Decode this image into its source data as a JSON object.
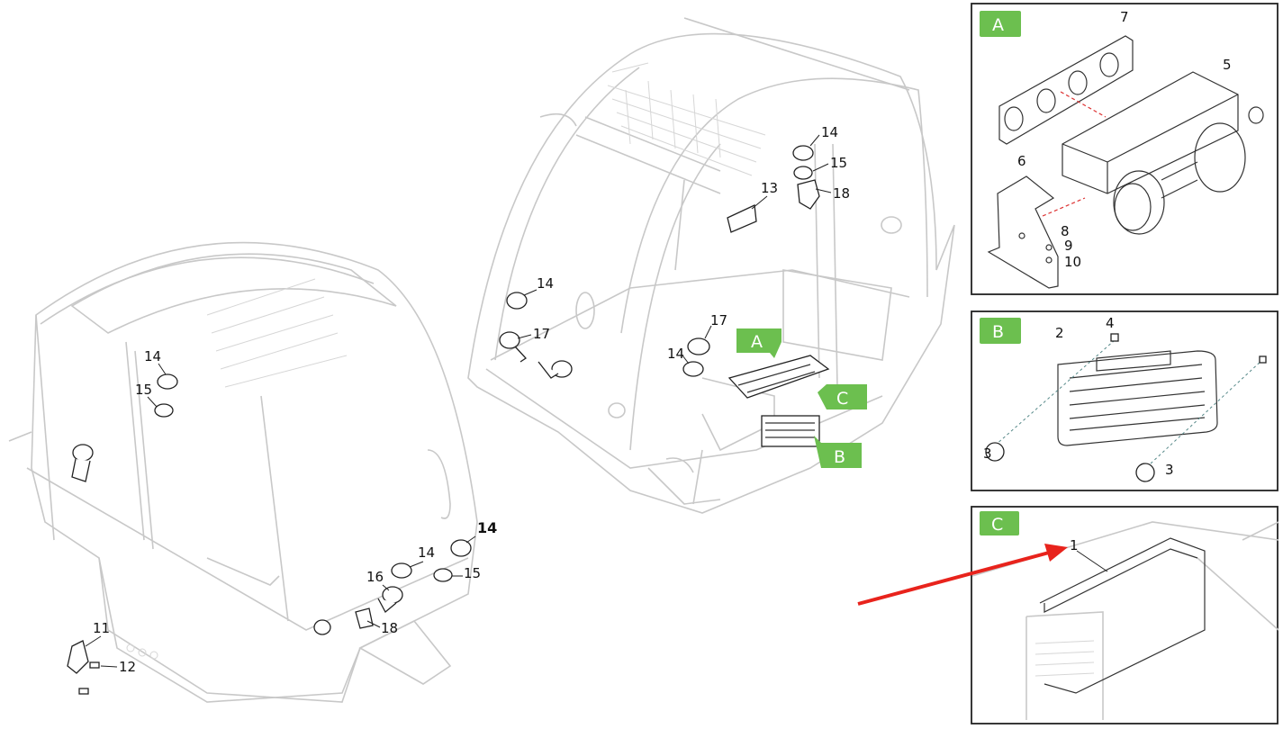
{
  "colors": {
    "tag_green": "#6cbf4f",
    "arrow_red": "#e8231c"
  },
  "main": {
    "left_cab_callouts": [
      "14",
      "15",
      "14",
      "14",
      "15",
      "16",
      "18",
      "11",
      "12"
    ],
    "middle_cab_callouts": [
      "14",
      "15",
      "18",
      "13",
      "14",
      "17",
      "17",
      "14"
    ],
    "detail_tags": [
      "A",
      "C",
      "B"
    ]
  },
  "insets": {
    "a": {
      "tag": "A",
      "callouts": [
        "7",
        "5",
        "6",
        "8",
        "9",
        "10"
      ]
    },
    "b": {
      "tag": "B",
      "callouts": [
        "4",
        "2",
        "3",
        "3"
      ]
    },
    "c": {
      "tag": "C",
      "callouts": [
        "1"
      ]
    }
  }
}
